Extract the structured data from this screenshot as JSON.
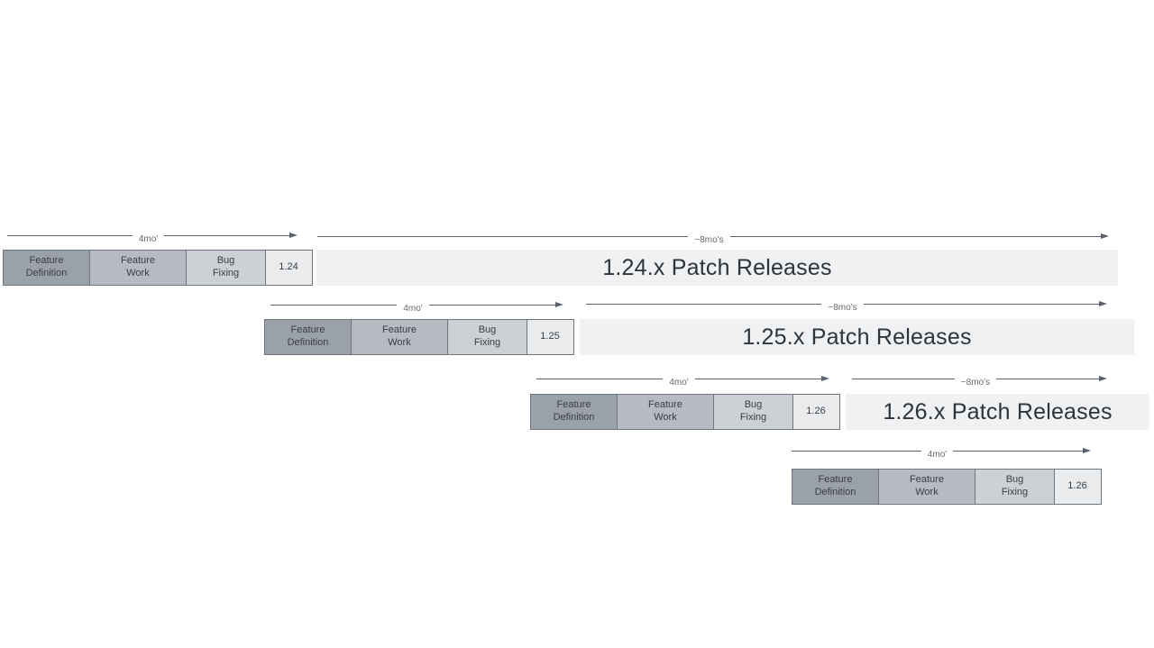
{
  "diagram": {
    "rows": [
      {
        "phases": [
          "Feature\nDefinition",
          "Feature\nWork",
          "Bug\nFixing"
        ],
        "version": "1.24",
        "cycle_arrow_label": "4mo'",
        "patch_arrow_label": "~8mo's",
        "patch_label": "1.24.x Patch Releases"
      },
      {
        "phases": [
          "Feature\nDefinition",
          "Feature\nWork",
          "Bug\nFixing"
        ],
        "version": "1.25",
        "cycle_arrow_label": "4mo'",
        "patch_arrow_label": "~8mo's",
        "patch_label": "1.25.x Patch Releases"
      },
      {
        "phases": [
          "Feature\nDefinition",
          "Feature\nWork",
          "Bug\nFixing"
        ],
        "version": "1.26",
        "cycle_arrow_label": "4mo'",
        "patch_arrow_label": "~8mo's",
        "patch_label": "1.26.x Patch Releases"
      },
      {
        "phases": [
          "Feature\nDefinition",
          "Feature\nWork",
          "Bug\nFixing"
        ],
        "version": "1.26",
        "cycle_arrow_label": "4mo'"
      }
    ],
    "colors": {
      "feature_definition": "#9aa1a8",
      "feature_work": "#b5bbc1",
      "bug_fixing": "#cdd1d6",
      "version_box": "#e9ebed",
      "patch_bar": "#f0f1f3",
      "box_border": "#6f767d",
      "arrow": "#5a616a",
      "patch_text": "#2e343a"
    }
  }
}
